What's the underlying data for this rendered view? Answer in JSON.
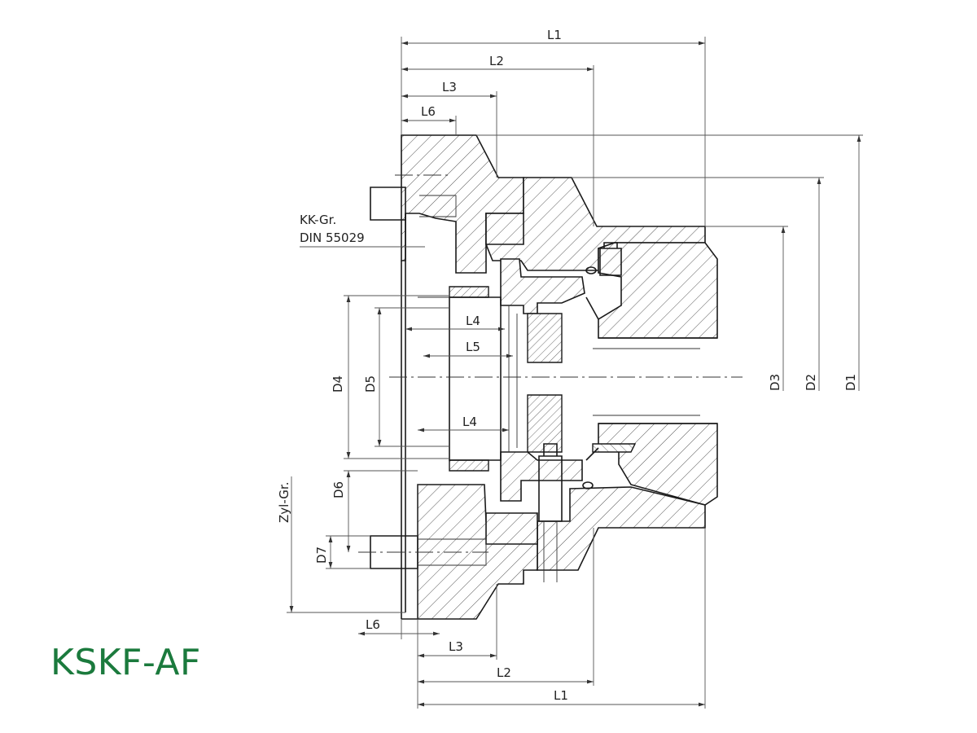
{
  "title": "KSKF-AF",
  "title_color": "#1b7a3d",
  "notes": {
    "kk_line1": "KK-Gr.",
    "kk_line2": "DIN 55029",
    "zyl": "Zyl-Gr."
  },
  "dimensions": {
    "top": {
      "L1": "L1",
      "L2": "L2",
      "L3": "L3",
      "L6": "L6"
    },
    "bottom": {
      "L1": "L1",
      "L2": "L2",
      "L3": "L3",
      "L6": "L6"
    },
    "inner": {
      "L4a": "L4",
      "L5": "L5",
      "L4b": "L4"
    },
    "left": {
      "D4": "D4",
      "D5": "D5",
      "D6": "D6",
      "D7": "D7"
    },
    "right": {
      "D3": "D3",
      "D2": "D2",
      "D1": "D1"
    }
  }
}
